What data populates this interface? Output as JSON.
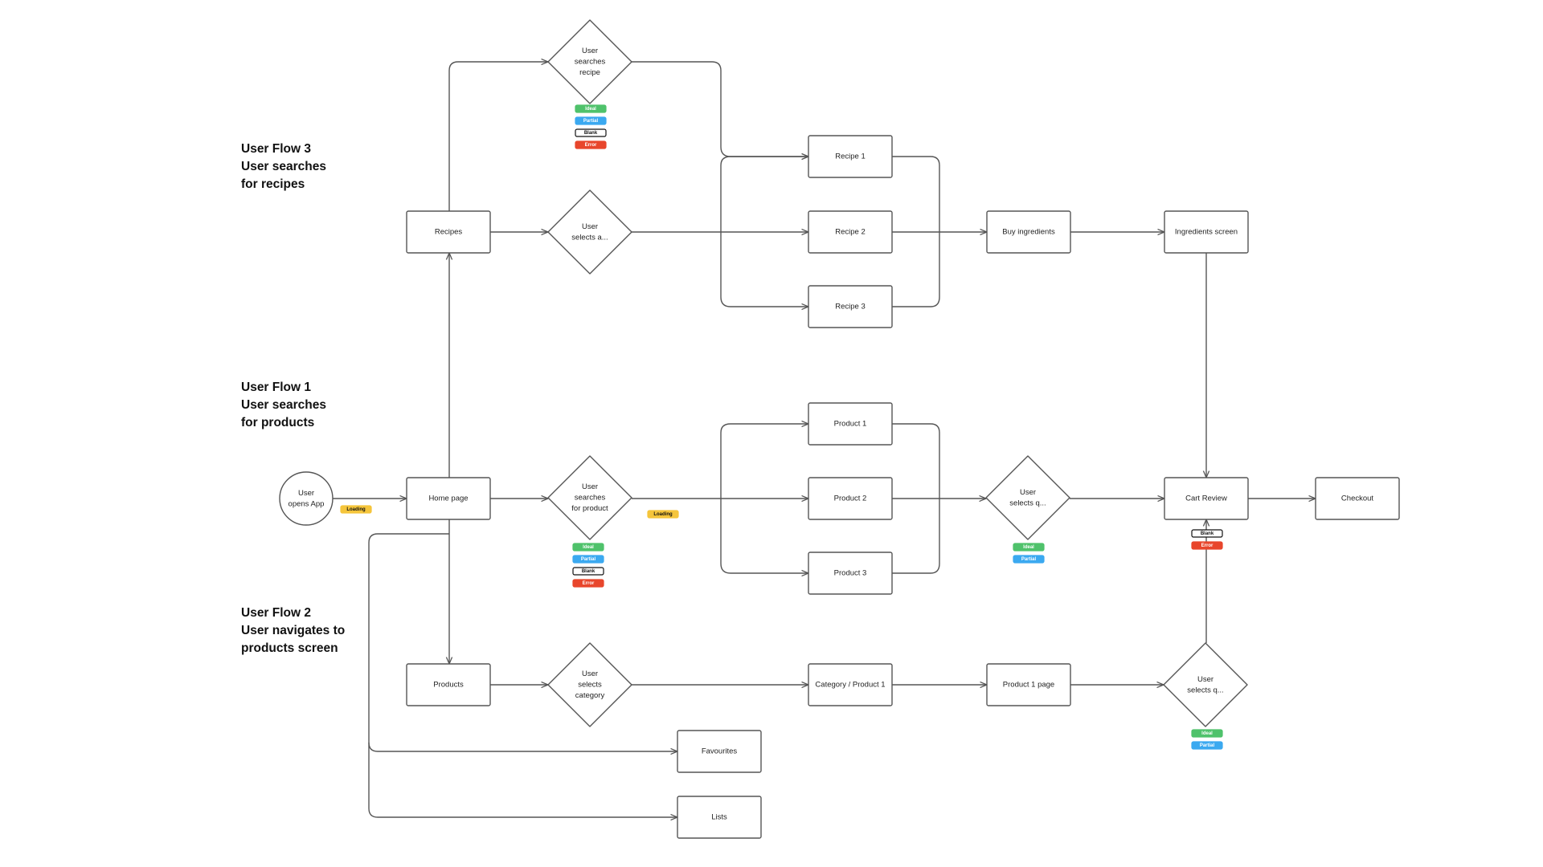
{
  "flow_titles": {
    "flow3": [
      "User Flow 3",
      "User searches",
      "for recipes"
    ],
    "flow1": [
      "User Flow 1",
      "User searches",
      "for products"
    ],
    "flow2": [
      "User Flow 2",
      "User navigates to",
      "products screen"
    ]
  },
  "nodes": {
    "start": [
      "User",
      "opens App"
    ],
    "home": [
      "Home page"
    ],
    "recipes": [
      "Recipes"
    ],
    "products": [
      "Products"
    ],
    "search_recipe": [
      "User",
      "searches",
      "recipe"
    ],
    "select_recipe": [
      "User",
      "selects a..."
    ],
    "search_product": [
      "User",
      "searches",
      "for product"
    ],
    "select_category": [
      "User",
      "selects",
      "category"
    ],
    "recipe1": [
      "Recipe 1"
    ],
    "recipe2": [
      "Recipe 2"
    ],
    "recipe3": [
      "Recipe 3"
    ],
    "product1": [
      "Product 1"
    ],
    "product2": [
      "Product 2"
    ],
    "product3": [
      "Product 3"
    ],
    "category_product": [
      "Category / Product 1"
    ],
    "buy_ingredients": [
      "Buy ingredients"
    ],
    "ingredients_screen": [
      "Ingredients screen"
    ],
    "select_qty_1": [
      "User",
      "selects q..."
    ],
    "product_page": [
      "Product 1 page"
    ],
    "select_qty_2": [
      "User",
      "selects q..."
    ],
    "cart_review": [
      "Cart Review"
    ],
    "checkout": [
      "Checkout"
    ],
    "favourites": [
      "Favourites"
    ],
    "lists": [
      "Lists"
    ]
  },
  "badge_states": {
    "ideal": {
      "label": "Ideal",
      "color": "#4fc26b"
    },
    "partial": {
      "label": "Partial",
      "color": "#3ba9f0"
    },
    "blank": {
      "label": "Blank",
      "color": "#ffffff"
    },
    "error": {
      "label": "Error",
      "color": "#e8462c"
    },
    "loading": {
      "label": "Loading",
      "color": "#f5c53b"
    }
  },
  "badges": {
    "search_recipe": [
      "ideal",
      "partial",
      "blank",
      "error"
    ],
    "start": [
      "loading"
    ],
    "search_product_loading": [
      "loading"
    ],
    "search_product": [
      "ideal",
      "partial",
      "blank",
      "error"
    ],
    "select_qty_1": [
      "ideal",
      "partial"
    ],
    "cart_review": [
      "blank",
      "error"
    ],
    "select_qty_2": [
      "ideal",
      "partial"
    ]
  },
  "colors": {
    "stroke": "#555555",
    "text": "#222222",
    "background": "#ffffff"
  }
}
